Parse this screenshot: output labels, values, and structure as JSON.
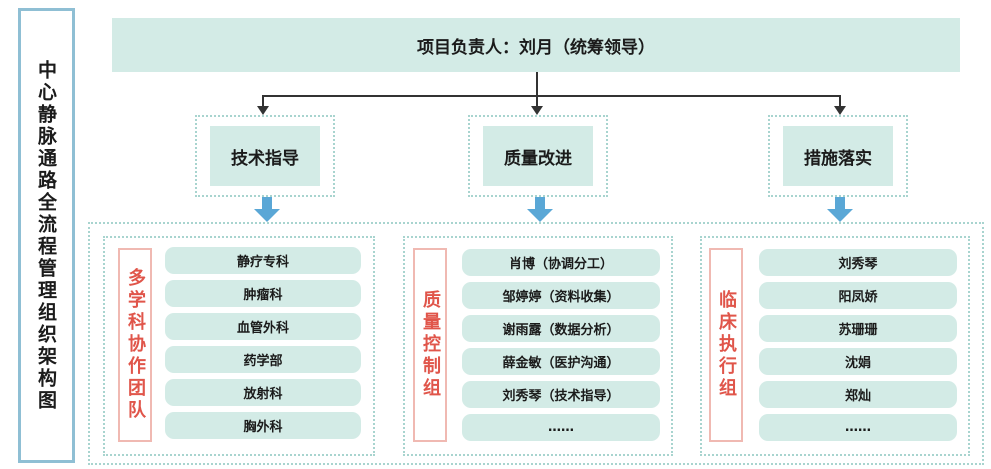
{
  "side_title": "中心静脉通路全流程管理组织架构图",
  "leader": "项目负责人：刘月（统筹领导）",
  "columns": [
    {
      "category": "技术指导",
      "group": "多学科协作团队",
      "members": [
        "静疗专科",
        "肿瘤科",
        "血管外科",
        "药学部",
        "放射科",
        "胸外科"
      ]
    },
    {
      "category": "质量改进",
      "group": "质量控制组",
      "members": [
        "肖博（协调分工）",
        "邹婷婷（资料收集）",
        "谢雨露（数据分析）",
        "薛金敏（医护沟通）",
        "刘秀琴（技术指导）",
        "……"
      ]
    },
    {
      "category": "措施落实",
      "group": "临床执行组",
      "members": [
        "刘秀琴",
        "阳凤娇",
        "苏珊珊",
        "沈娟",
        "郑灿",
        "……"
      ]
    }
  ],
  "colors": {
    "box_fill": "#d3ebe6",
    "frame_border": "#8fbfd4",
    "group_text": "#e0554a",
    "arrow": "#5aa7d6"
  }
}
